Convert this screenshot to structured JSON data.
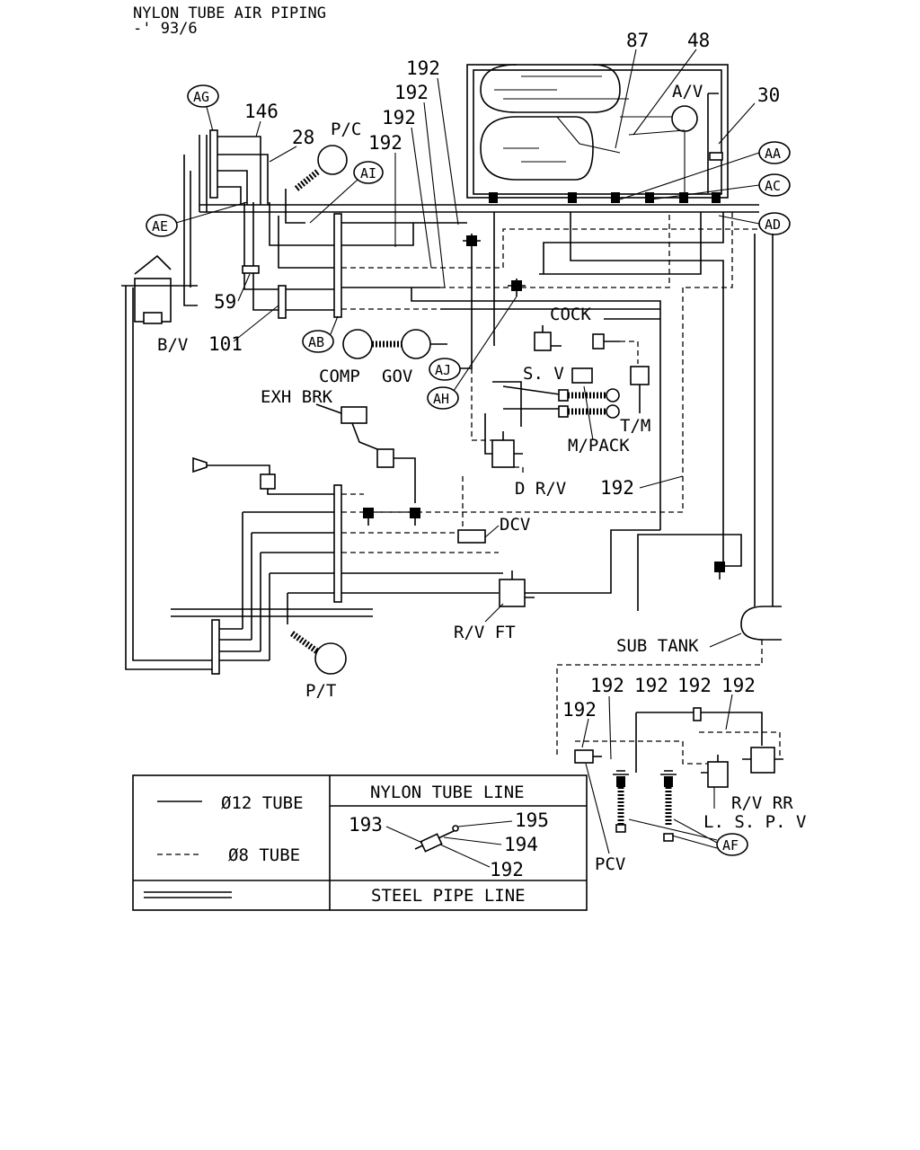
{
  "title": {
    "line1": "NYLON TUBE AIR PIPING",
    "line2": "-' 93/6"
  },
  "components": {
    "pc": "P/C",
    "bv": "B/V",
    "comp": "COMP",
    "gov": "GOV",
    "exh_brk": "EXH BRK",
    "cock": "COCK",
    "sv": "S. V",
    "tm": "T/M",
    "mpack": "M/PACK",
    "drv": "D R/V",
    "dcv": "DCV",
    "rvft": "R/V FT",
    "pt": "P/T",
    "sub_tank": "SUB TANK",
    "av": "A/V",
    "rvrr": "R/V RR",
    "lspv": "L. S. P. V",
    "pcv": "PCV"
  },
  "callouts": {
    "ag": "AG",
    "ai": "AI",
    "ae": "AE",
    "ab": "AB",
    "aj": "AJ",
    "ah": "AH",
    "aa": "AA",
    "ac": "AC",
    "ad": "AD",
    "af": "AF"
  },
  "part_numbers": {
    "p146": "146",
    "p28": "28",
    "p59": "59",
    "p101": "101",
    "p192a": "192",
    "p192b": "192",
    "p192c": "192",
    "p192d": "192",
    "p87": "87",
    "p48": "48",
    "p30": "30",
    "p192_drv": "192",
    "p192_r1": "192",
    "p192_r2": "192",
    "p192_r3": "192",
    "p192_r4": "192",
    "p192_r5": "192"
  },
  "legend": {
    "row1_label": "Ø12 TUBE",
    "row2_label": "Ø8 TUBE",
    "nylon_header": "NYLON TUBE LINE",
    "steel_label": "STEEL PIPE LINE",
    "fitting_193": "193",
    "fitting_195": "195",
    "fitting_194": "194",
    "fitting_192": "192"
  }
}
